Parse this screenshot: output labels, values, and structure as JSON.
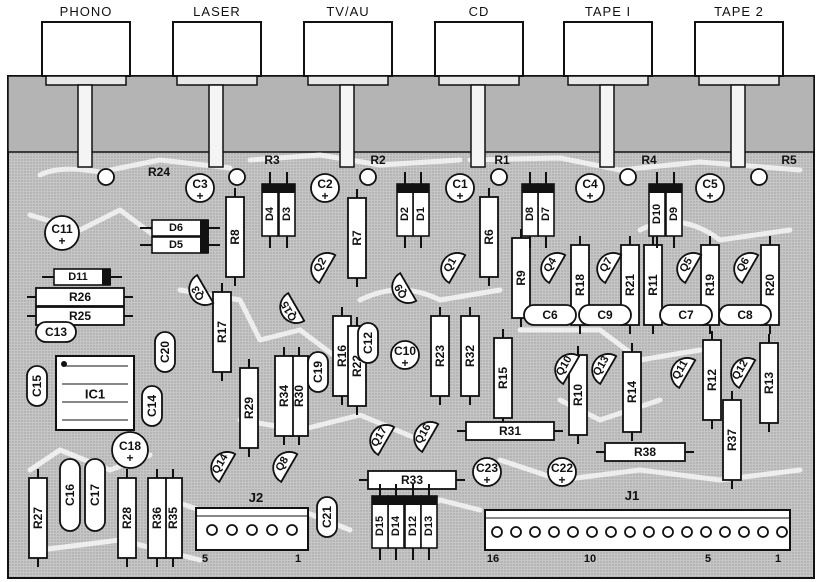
{
  "jacks": [
    "PHONO",
    "LASER",
    "TV/AU",
    "CD",
    "TAPE I",
    "TAPE 2"
  ],
  "connectors": {
    "j1": {
      "label": "J1",
      "pins": [
        "16",
        "10",
        "5",
        "1"
      ]
    },
    "j2": {
      "label": "J2",
      "pins": [
        "5",
        "1"
      ]
    }
  },
  "resistors": [
    "R1",
    "R2",
    "R3",
    "R4",
    "R5",
    "R6",
    "R7",
    "R8",
    "R9",
    "R10",
    "R11",
    "R12",
    "R13",
    "R14",
    "R15",
    "R16",
    "R17",
    "R18",
    "R19",
    "R20",
    "R21",
    "R22",
    "R23",
    "R24",
    "R25",
    "R26",
    "R27",
    "R28",
    "R29",
    "R30",
    "R31",
    "R32",
    "R33",
    "R34",
    "R35",
    "R36",
    "R37",
    "R38"
  ],
  "capacitors": [
    "C1",
    "C2",
    "C3",
    "C4",
    "C5",
    "C6",
    "C7",
    "C8",
    "C9",
    "C10",
    "C11",
    "C12",
    "C13",
    "C14",
    "C15",
    "C16",
    "C17",
    "C18",
    "C19",
    "C20",
    "C21",
    "C22",
    "C23"
  ],
  "diodes": [
    "D1",
    "D2",
    "D3",
    "D4",
    "D5",
    "D6",
    "D7",
    "D8",
    "D9",
    "D10",
    "D11",
    "D12",
    "D13",
    "D14",
    "D15"
  ],
  "transistors": [
    "Q1",
    "Q2",
    "Q3",
    "Q4",
    "Q5",
    "Q6",
    "Q7",
    "Q8",
    "Q9",
    "Q10",
    "Q11",
    "Q12",
    "Q13",
    "Q14",
    "Q15",
    "Q16",
    "Q17"
  ],
  "ic": "IC1",
  "polarity_mark": "+",
  "colors": {
    "board": "#bdbdbd",
    "trace": "#efefef",
    "ink": "#111111",
    "paper": "#ffffff"
  }
}
